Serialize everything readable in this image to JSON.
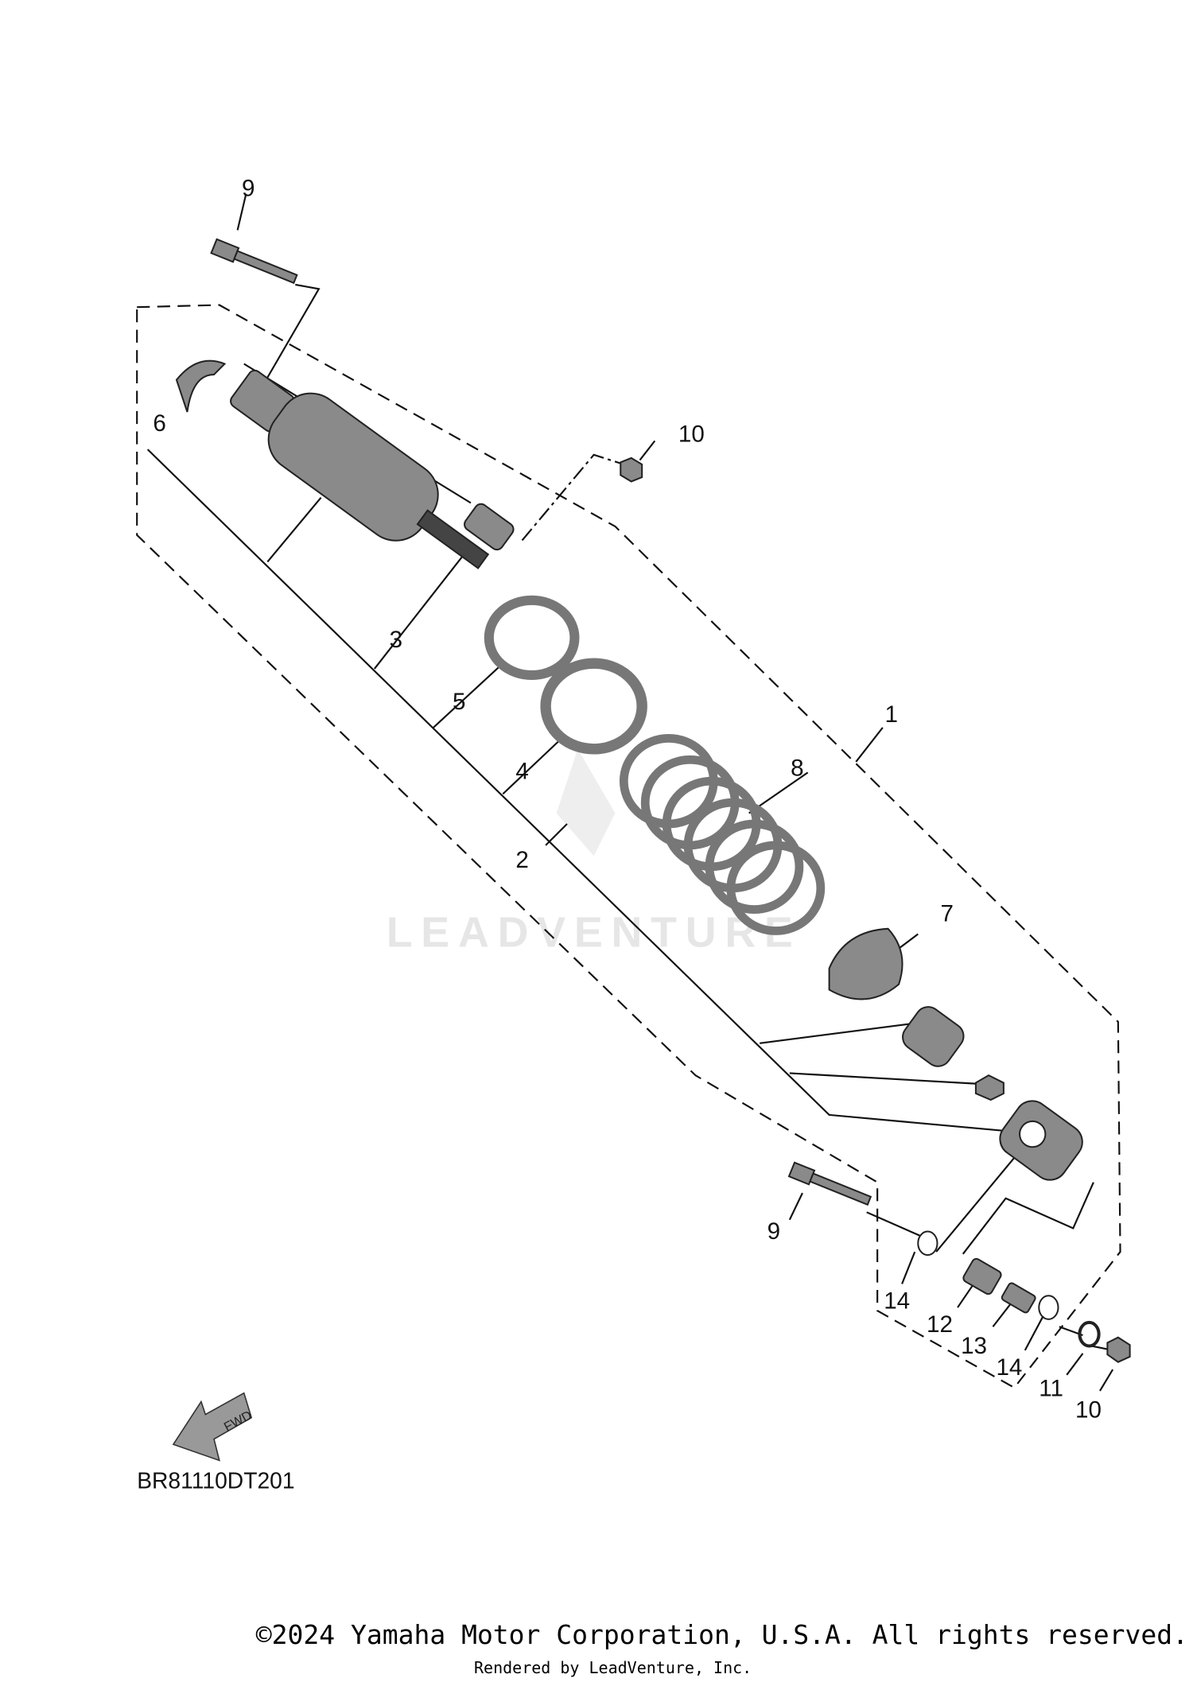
{
  "diagram": {
    "callouts": [
      "1",
      "2",
      "3",
      "4",
      "5",
      "6",
      "7",
      "8",
      "9",
      "9",
      "10",
      "10",
      "11",
      "12",
      "13",
      "14",
      "14"
    ],
    "diagram_code": "BR81110DT201",
    "fwd_label": "FWD",
    "watermark": "LEADVENTURE"
  },
  "footer": {
    "copyright": "©2024 Yamaha Motor Corporation, U.S.A. All rights reserved.",
    "rendered_by": "Rendered by LeadVenture, Inc."
  },
  "colors": {
    "part_fill": "#8a8a8a",
    "line": "#111111",
    "watermark": "#e6e6e6"
  }
}
